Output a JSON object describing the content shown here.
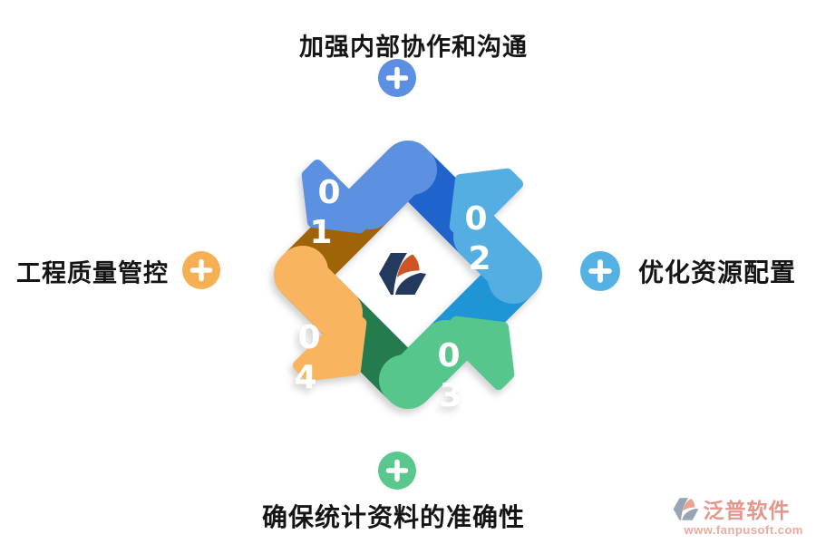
{
  "page": {
    "background": "#ffffff"
  },
  "diagram": {
    "type": "cycle",
    "labels": {
      "top": {
        "text": "加强内部协作和沟通",
        "icon": "plus",
        "icon_color": "#5C8EE2"
      },
      "right": {
        "text": "优化资源配置",
        "icon": "plus",
        "icon_color": "#54B1E4"
      },
      "bottom": {
        "text": "确保统计资料的准确性",
        "icon": "plus",
        "icon_color": "#5AC88E"
      },
      "left": {
        "text": "工程质量管控",
        "icon": "plus",
        "icon_color": "#F6B053"
      }
    },
    "steps": [
      {
        "label": "01",
        "digits": [
          "0",
          "1"
        ],
        "color_light": "#5C90E0",
        "color_dark": "#2063CC"
      },
      {
        "label": "02",
        "digits": [
          "0",
          "2"
        ],
        "color_light": "#55AEE2",
        "color_dark": "#2095D5"
      },
      {
        "label": "03",
        "digits": [
          "0",
          "3"
        ],
        "color_light": "#57C68D",
        "color_dark": "#247B4D"
      },
      {
        "label": "04",
        "digits": [
          "0",
          "4"
        ],
        "color_light": "#F8B45E",
        "color_dark": "#A06408"
      }
    ],
    "center_logo": {
      "name": "fanpu-hexagon-logo",
      "navy": "#23395E",
      "orange": "#CE5428"
    }
  },
  "watermark": {
    "brand": "泛普软件",
    "url": "www.fanpusoft.com",
    "brand_color": "#E5968C",
    "url_color": "#ECA99F",
    "logo_gray": "#96A4B6",
    "logo_salmon": "#E8A48F"
  }
}
